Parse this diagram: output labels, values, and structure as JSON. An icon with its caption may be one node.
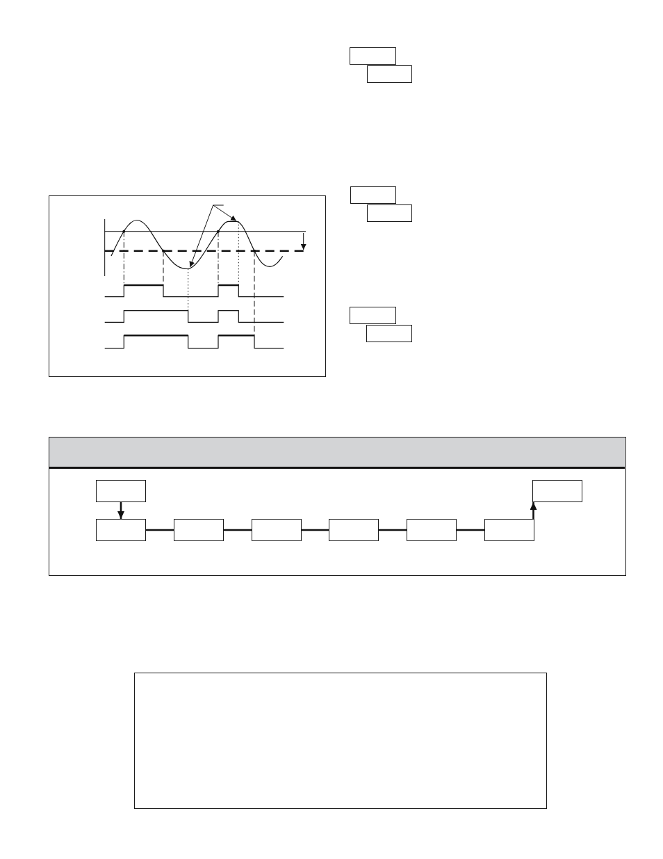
{
  "diagram": {
    "nodes": [
      {
        "text": [],
        "shape": "box"
      },
      {
        "text": [],
        "shape": "box"
      },
      {
        "text": [],
        "shape": "box"
      },
      {
        "text": [],
        "shape": "box"
      },
      {
        "text": [],
        "shape": "box"
      },
      {
        "text": [],
        "shape": "box"
      },
      {
        "text": [],
        "shape": "box"
      },
      {
        "text": [],
        "shape": "box"
      },
      {
        "text": [],
        "shape": "bar",
        "in": 7
      },
      {
        "text": [],
        "shape": "box",
        "in": 7
      },
      {
        "text": [],
        "shape": "box",
        "in": 7
      },
      {
        "text": [],
        "shape": "box",
        "in": 7
      },
      {
        "text": [],
        "shape": "box",
        "in": 7
      },
      {
        "text": [],
        "shape": "box",
        "in": 7
      },
      {
        "text": [],
        "shape": "box",
        "in": 7
      },
      {
        "text": [],
        "shape": "box",
        "in": 7
      },
      {
        "text": [],
        "shape": "box",
        "in": 7
      },
      {
        "text": [],
        "shape": "box"
      }
    ],
    "edges": [
      {
        "from": 9,
        "to": 10,
        "arrow": "to"
      },
      {
        "from": 10,
        "to": 11,
        "arrow": "none"
      },
      {
        "from": 11,
        "to": 12,
        "arrow": "none"
      },
      {
        "from": 12,
        "to": 13,
        "arrow": "none"
      },
      {
        "from": 13,
        "to": 14,
        "arrow": "none"
      },
      {
        "from": 14,
        "to": 15,
        "arrow": "none"
      },
      {
        "from": 15,
        "to": 16,
        "arrow": "to"
      }
    ]
  }
}
